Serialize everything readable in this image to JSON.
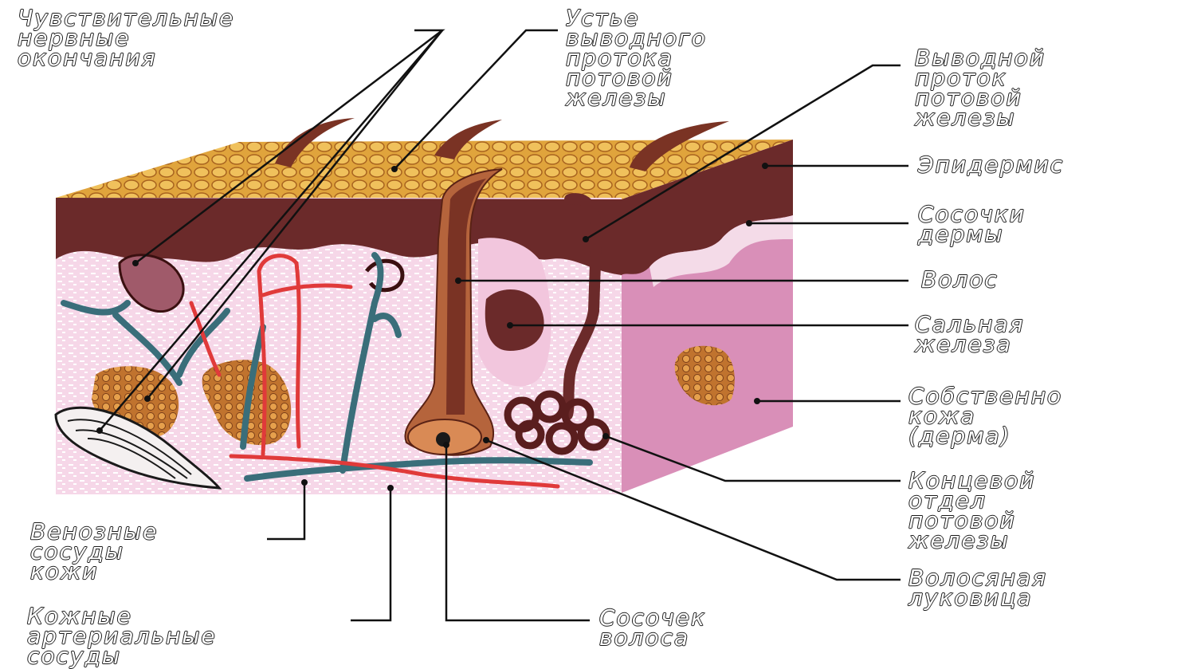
{
  "labels": {
    "nerve_endings": [
      "Чувствительные",
      "нервные",
      "окончания"
    ],
    "duct_mouth": [
      "Устье",
      "выводного",
      "протока",
      "потовой",
      "железы"
    ],
    "sweat_duct": [
      "Выводной",
      "проток",
      "потовой",
      "железы"
    ],
    "epidermis": [
      "Эпидермис"
    ],
    "dermal_papillae": [
      "Сосочки",
      "дермы"
    ],
    "hair": [
      "Волос"
    ],
    "sebaceous_gland": [
      "Сальная",
      "железа"
    ],
    "dermis": [
      "Собственно",
      "кожа",
      "(дерма)"
    ],
    "sweat_gland_end": [
      "Концевой",
      "отдел",
      "потовой",
      "железы"
    ],
    "hair_bulb": [
      "Волосяная",
      "луковица"
    ],
    "hair_papilla": [
      "Сосочек",
      "волоса"
    ],
    "veins": [
      "Венозные",
      "сосуды",
      "кожи"
    ],
    "arteries": [
      "Кожные",
      "артериальные",
      "сосуды"
    ]
  },
  "colors": {
    "epidermis_top": "#e0a43c",
    "epidermis_dark": "#6b2a2a",
    "dermis": "#f2c6dd",
    "dermis_side": "#d98fb8",
    "hair": "#b5643c",
    "artery": "#e03a3a",
    "vein": "#3a6e7a",
    "leader": "#111111"
  }
}
